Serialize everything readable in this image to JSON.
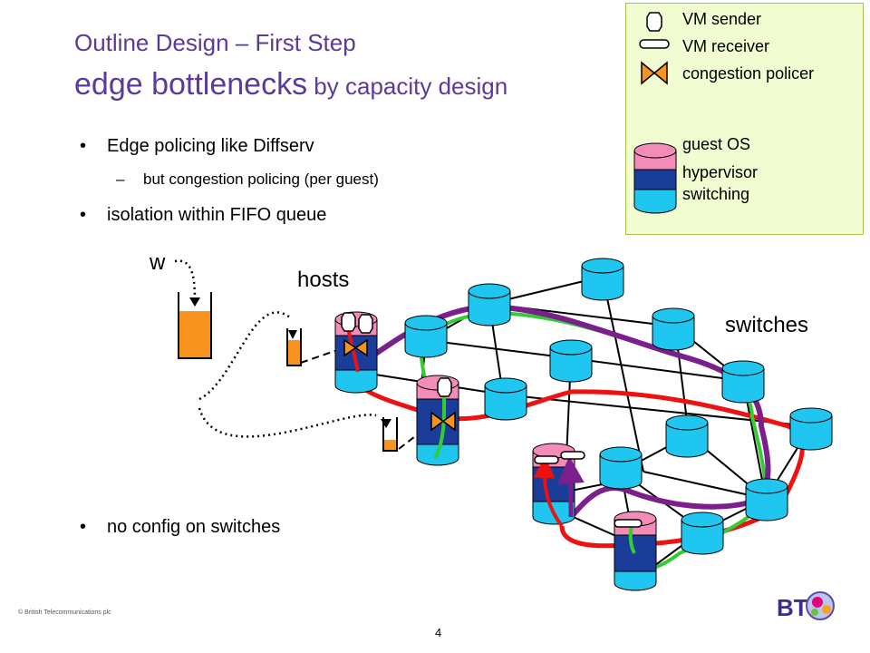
{
  "slide": {
    "title_line1": "Outline Design – First Step",
    "title_line2_big": "edge bottlenecks",
    "title_line2_small": " by capacity design",
    "bullets": [
      "Edge policing like Diffserv",
      "isolation within FIFO queue",
      "no config on switches"
    ],
    "sub_bullet": "but congestion policing (per guest)",
    "dash": "–",
    "bullet_glyph": "•",
    "page_number": "4",
    "copyright": "© British Telecommunications plc"
  },
  "legend": {
    "vm_sender": "VM sender",
    "vm_receiver": "VM receiver",
    "congestion_policer": "congestion policer",
    "guest_os": "guest OS",
    "hypervisor": "hypervisor",
    "switching": "switching"
  },
  "diagram": {
    "w_label": "w",
    "hosts_label": "hosts",
    "switches_label": "switches"
  },
  "logo": {
    "text": "BT"
  },
  "colors": {
    "title": "#5b3a9b",
    "switch_fill": "#1fc6ef",
    "hypervisor_fill": "#1a3d9a",
    "guest_fill": "#f48cb8",
    "queue_fill": "#f8931d",
    "path_purple": "#7a1f8c",
    "path_green": "#33cc33",
    "path_red": "#ee1111",
    "legend_bg": "#f1fcd0"
  }
}
